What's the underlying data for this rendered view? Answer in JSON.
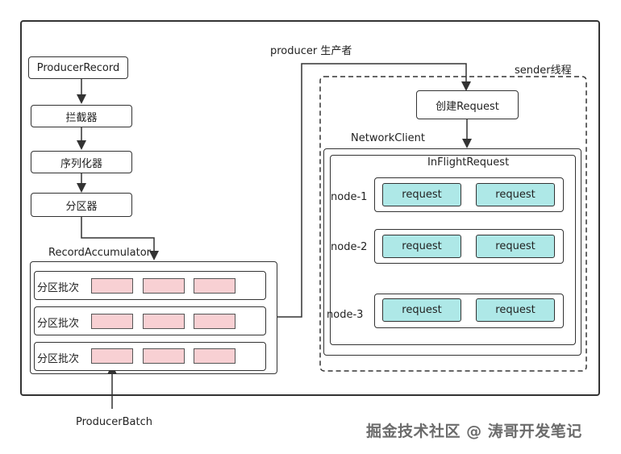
{
  "producer": {
    "record": "ProducerRecord",
    "interceptor": "拦截器",
    "serializer": "序列化器",
    "partitioner": "分区器"
  },
  "accumulator": {
    "title": "RecordAccumulator",
    "rows": [
      {
        "label": "分区批次"
      },
      {
        "label": "分区批次"
      },
      {
        "label": "分区批次"
      }
    ],
    "batch_label": "ProducerBatch"
  },
  "producer_thread_label": "producer 生产者",
  "sender": {
    "title": "sender线程",
    "create_request": "创建Request",
    "network_client": "NetworkClient",
    "inflight": "InFlightRequest",
    "nodes": [
      {
        "label": "node-1",
        "requests": [
          "request",
          "request"
        ]
      },
      {
        "label": "node-2",
        "requests": [
          "request",
          "request"
        ]
      },
      {
        "label": "node-3",
        "requests": [
          "request",
          "request"
        ]
      }
    ]
  },
  "watermark": "掘金技术社区 @ 涛哥开发笔记",
  "colors": {
    "batch_fill": "#f8d0d3",
    "request_fill": "#aee8e7",
    "stroke": "#333333"
  }
}
